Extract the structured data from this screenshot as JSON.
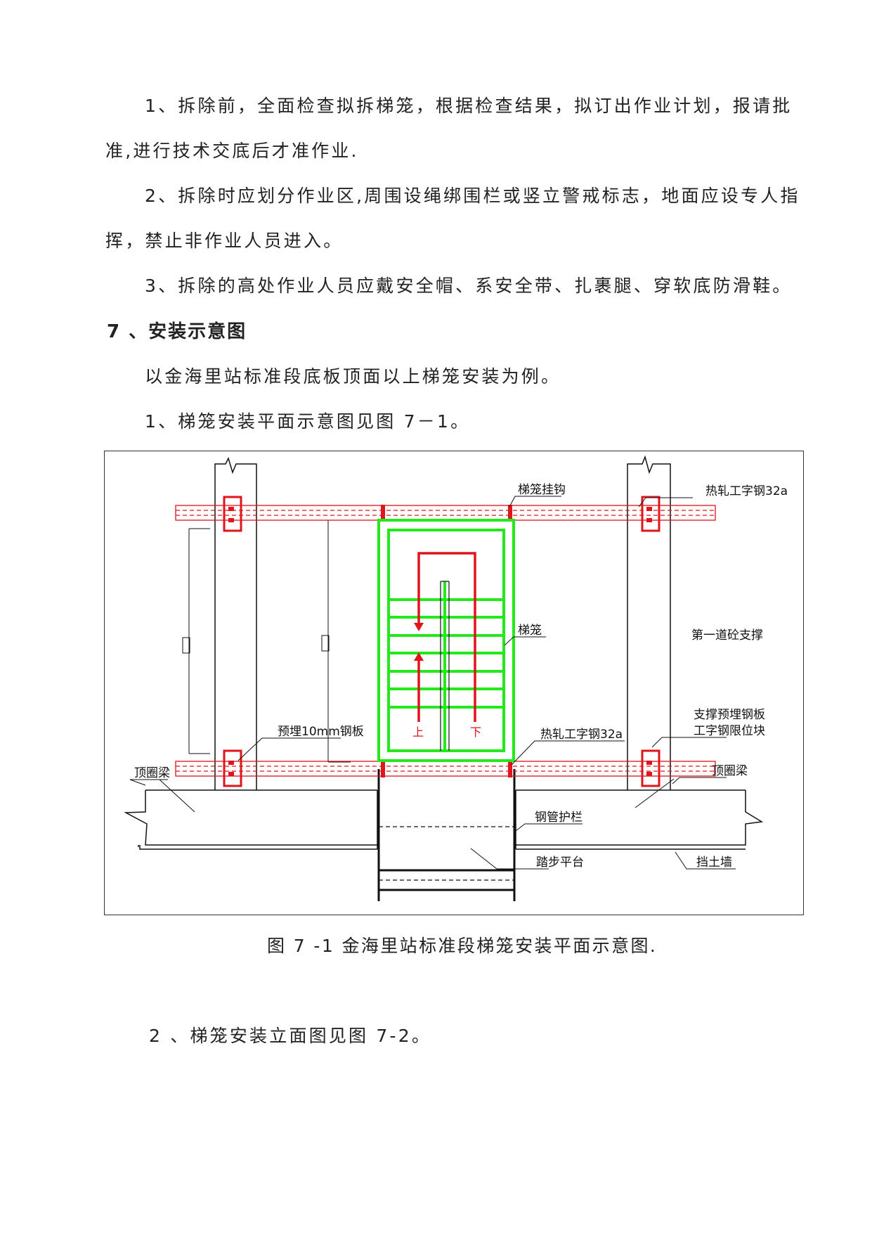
{
  "paragraphs": {
    "p1": "1、拆除前，全面检查拟拆梯笼，根据检查结果，拟订出作业计划，报请批准,进行技术交底后才准作业.",
    "p2": "2、拆除时应划分作业区,周围设绳绑围栏或竖立警戒标志，地面应设专人指挥，禁止非作业人员进入。",
    "p3": "3、拆除的高处作业人员应戴安全帽、系安全带、扎裹腿、穿软底防滑鞋。"
  },
  "heading": "7 、安装示意图",
  "intro": "以金海里站标准段底板顶面以上梯笼安装为例。",
  "item1": "1、梯笼安装平面示意图见图 7－1。",
  "figure": {
    "labels": {
      "hook": "梯笼挂钩",
      "steel_top": "热轧工字钢32a",
      "cage": "梯笼",
      "support": "第一道砼支撑",
      "plate_limit_1": "支撑预埋钢板",
      "plate_limit_2": "工字钢限位块",
      "embedded": "预埋10mm钢板",
      "steel_mid": "热轧工字钢32a",
      "ring_left": "顶圈梁",
      "ring_right": "顶圈梁",
      "railing": "钢管护栏",
      "platform": "踏步平台",
      "wall": "挡土墙",
      "up": "上",
      "down": "下"
    },
    "colors": {
      "red": "#e0141b",
      "green": "#22e81c",
      "black": "#111111"
    }
  },
  "caption": "图 7 -1    金海里站标准段梯笼安装平面示意图.",
  "item2": "2 、梯笼安装立面图见图 7-2。"
}
